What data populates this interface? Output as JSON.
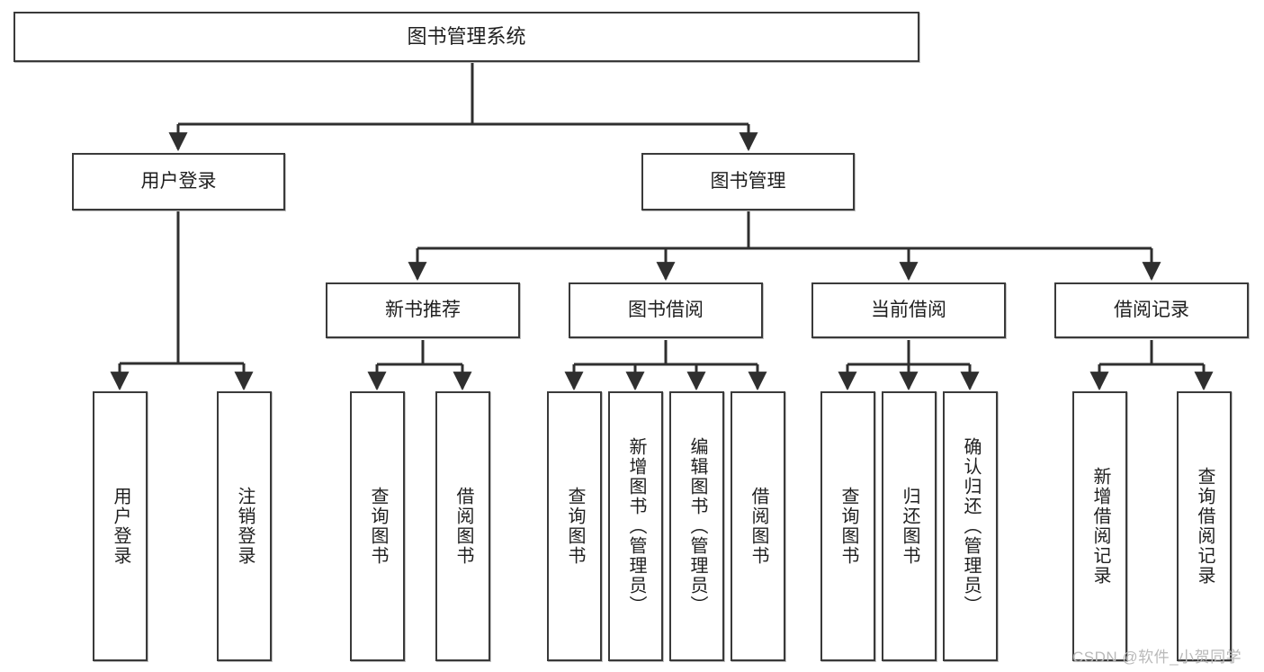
{
  "diagram": {
    "type": "hierarchy-tree",
    "title": "图书管理系统",
    "root": {
      "id": "root",
      "label": "图书管理系统",
      "orientation": "horizontal"
    },
    "level1": [
      {
        "id": "user-login",
        "label": "用户登录",
        "orientation": "horizontal"
      },
      {
        "id": "book-manage",
        "label": "图书管理",
        "orientation": "horizontal"
      }
    ],
    "level2": [
      {
        "id": "new-book-recommend",
        "label": "新书推荐",
        "orientation": "horizontal",
        "parent": "book-manage"
      },
      {
        "id": "book-borrow",
        "label": "图书借阅",
        "orientation": "horizontal",
        "parent": "book-manage"
      },
      {
        "id": "current-borrow",
        "label": "当前借阅",
        "orientation": "horizontal",
        "parent": "book-manage"
      },
      {
        "id": "borrow-record",
        "label": "借阅记录",
        "orientation": "horizontal",
        "parent": "book-manage"
      }
    ],
    "leaves": [
      {
        "id": "leaf-user-login",
        "label": "用户登录",
        "orientation": "vertical",
        "parent": "user-login"
      },
      {
        "id": "leaf-user-logout",
        "label": "注销登录",
        "orientation": "vertical",
        "parent": "user-login"
      },
      {
        "id": "leaf-query-book-1",
        "label": "查询图书",
        "orientation": "vertical",
        "parent": "new-book-recommend"
      },
      {
        "id": "leaf-borrow-book-1",
        "label": "借阅图书",
        "orientation": "vertical",
        "parent": "new-book-recommend"
      },
      {
        "id": "leaf-query-book-2",
        "label": "查询图书",
        "orientation": "vertical",
        "parent": "book-borrow"
      },
      {
        "id": "leaf-add-book",
        "label": "新增图书（管理员）",
        "orientation": "vertical",
        "parent": "book-borrow"
      },
      {
        "id": "leaf-edit-book",
        "label": "编辑图书（管理员）",
        "orientation": "vertical",
        "parent": "book-borrow"
      },
      {
        "id": "leaf-borrow-book-2",
        "label": "借阅图书",
        "orientation": "vertical",
        "parent": "book-borrow"
      },
      {
        "id": "leaf-query-book-3",
        "label": "查询图书",
        "orientation": "vertical",
        "parent": "current-borrow"
      },
      {
        "id": "leaf-return-book",
        "label": "归还图书",
        "orientation": "vertical",
        "parent": "current-borrow"
      },
      {
        "id": "leaf-confirm-return",
        "label": "确认归还（管理员）",
        "orientation": "vertical",
        "parent": "current-borrow"
      },
      {
        "id": "leaf-add-record",
        "label": "新增借阅记录",
        "orientation": "vertical",
        "parent": "borrow-record"
      },
      {
        "id": "leaf-query-record",
        "label": "查询借阅记录",
        "orientation": "vertical",
        "parent": "borrow-record"
      }
    ],
    "colors": {
      "stroke": "#3a3a3a",
      "fill": "#ffffff",
      "text": "#1f1f1f",
      "watermark": "#b9b9b9"
    }
  },
  "watermark": {
    "text": "CSDN @软件_小贺同学"
  }
}
